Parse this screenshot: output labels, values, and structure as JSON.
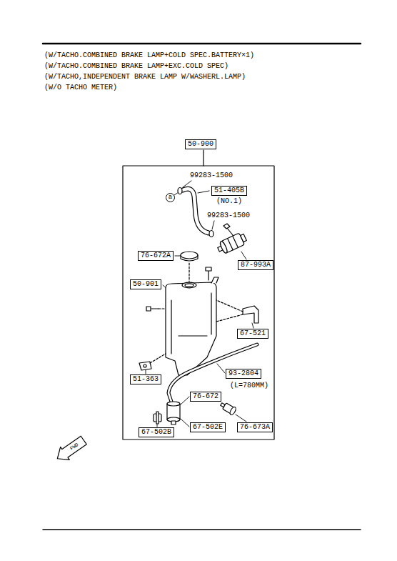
{
  "diagram": {
    "nodes": [
      {
        "text": [
          "50-900"
        ]
      },
      {
        "text": [
          "a"
        ]
      },
      {
        "text": [
          "51-405B"
        ]
      },
      {
        "text": [
          "76-672A"
        ]
      },
      {
        "text": [
          "87-993A"
        ]
      },
      {
        "text": [
          "50-901"
        ]
      },
      {
        "text": [
          "67-521"
        ]
      },
      {
        "text": [
          "51-363"
        ]
      },
      {
        "text": [
          "93-2804"
        ]
      },
      {
        "text": [
          "76-672"
        ]
      },
      {
        "text": [
          "67-502E"
        ]
      },
      {
        "text": [
          "76-673A"
        ]
      },
      {
        "text": [
          "67-502B"
        ]
      }
    ],
    "labels": [
      "(W/TACHO.COMBINED BRAKE LAMP+COLD SPEC.BATTERY×1)",
      "(W/TACHO.COMBINED BRAKE LAMP+EXC.COLD SPEC)",
      "(W/TACHO,INDEPENDENT BRAKE LAMP W/WASHERL.LAMP)",
      "(W/O TACHO METER)",
      "99283-1500",
      "(NO.1)",
      "99283-1500",
      "(L=780MM)",
      "FWD"
    ]
  }
}
